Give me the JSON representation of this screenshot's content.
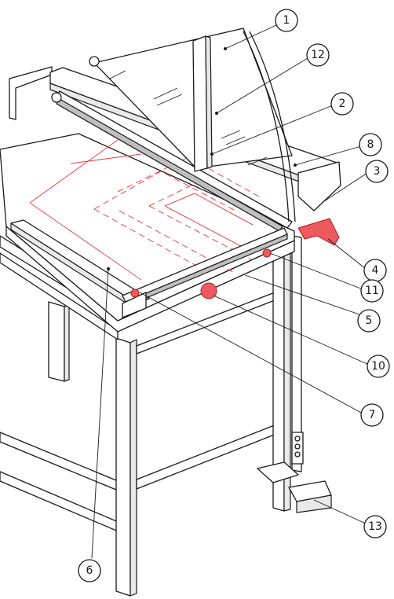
{
  "callouts": [
    {
      "id": "c1",
      "label": "1"
    },
    {
      "id": "c12",
      "label": "12"
    },
    {
      "id": "c2",
      "label": "2"
    },
    {
      "id": "c8",
      "label": "8"
    },
    {
      "id": "c3",
      "label": "3"
    },
    {
      "id": "c4",
      "label": "4"
    },
    {
      "id": "c11",
      "label": "11"
    },
    {
      "id": "c5",
      "label": "5"
    },
    {
      "id": "c10",
      "label": "10"
    },
    {
      "id": "c7",
      "label": "7"
    },
    {
      "id": "c13",
      "label": "13"
    },
    {
      "id": "c6",
      "label": "6"
    }
  ],
  "colors": {
    "line": "#1a1a1a",
    "accent": "#e8474d",
    "background": "#ffffff"
  }
}
